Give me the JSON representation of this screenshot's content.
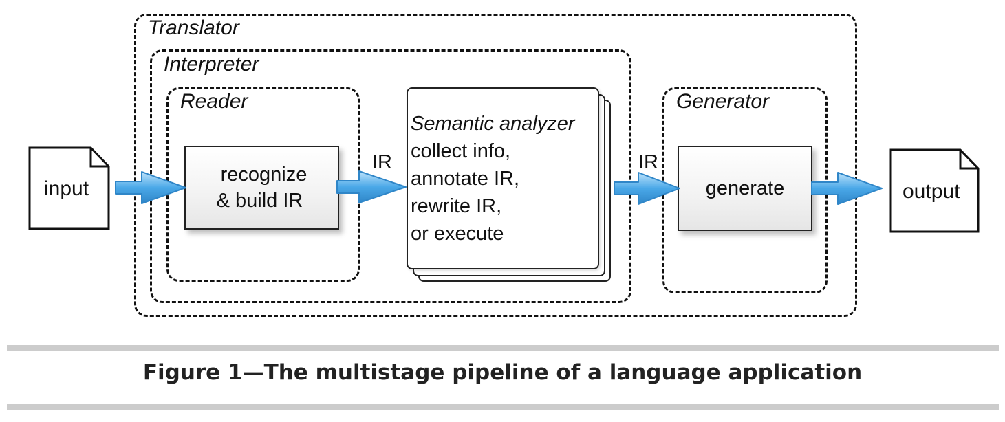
{
  "diagram": {
    "groups": {
      "translator": "Translator",
      "interpreter": "Interpreter",
      "reader": "Reader",
      "generator": "Generator"
    },
    "nodes": {
      "input": "input",
      "recognize_line1": "recognize",
      "recognize_line2": "& build IR",
      "semantic_title": "Semantic analyzer",
      "semantic_line1": "collect info,",
      "semantic_line2": "annotate IR,",
      "semantic_line3": "rewrite IR,",
      "semantic_line4": "or execute",
      "generate": "generate",
      "output": "output"
    },
    "edge_labels": {
      "reader_to_semantic": "IR",
      "semantic_to_generator": "IR"
    },
    "colors": {
      "arrow_fill": "#4aa8e8",
      "arrow_light": "#bfe3fb",
      "arrow_stroke": "#2f86c8"
    }
  },
  "caption": "Figure 1—The multistage pipeline of a language application"
}
